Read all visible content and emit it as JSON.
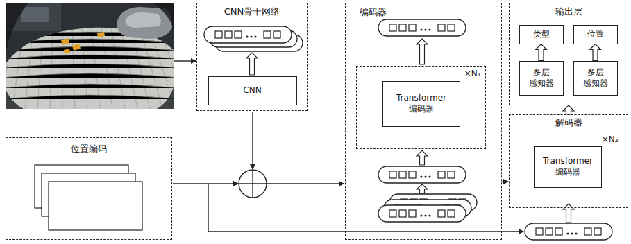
{
  "diagram": {
    "nodes": [
      {
        "text": [
          "CNN骨干网络"
        ]
      },
      {
        "text": [
          "CNN"
        ],
        "in": 0
      },
      {
        "text": [
          "位置编码"
        ]
      },
      {
        "text": [
          "编码器"
        ]
      },
      {
        "text": [
          "×N₁"
        ],
        "in": 3
      },
      {
        "text": [
          "Transformer 编码器"
        ],
        "in": 4
      },
      {
        "text": [
          "输出层"
        ]
      },
      {
        "text": [
          "类型"
        ],
        "in": 6
      },
      {
        "text": [
          "位置"
        ],
        "in": 6
      },
      {
        "text": [
          "多层 感知器"
        ],
        "in": 6
      },
      {
        "text": [
          "多层 感知器"
        ],
        "in": 6
      },
      {
        "text": [
          "解码器"
        ]
      },
      {
        "text": [
          "×N₂"
        ],
        "in": 11
      },
      {
        "text": [
          "Transformer 编码器"
        ],
        "in": 12
      }
    ],
    "edges": [
      {
        "from": 3,
        "to": 11,
        "arrow": "to"
      },
      {
        "from": 9,
        "to": 7,
        "arrow": "to"
      },
      {
        "from": 10,
        "to": 8,
        "arrow": "to"
      },
      {
        "from": 11,
        "to": 6,
        "arrow": "to"
      }
    ]
  }
}
